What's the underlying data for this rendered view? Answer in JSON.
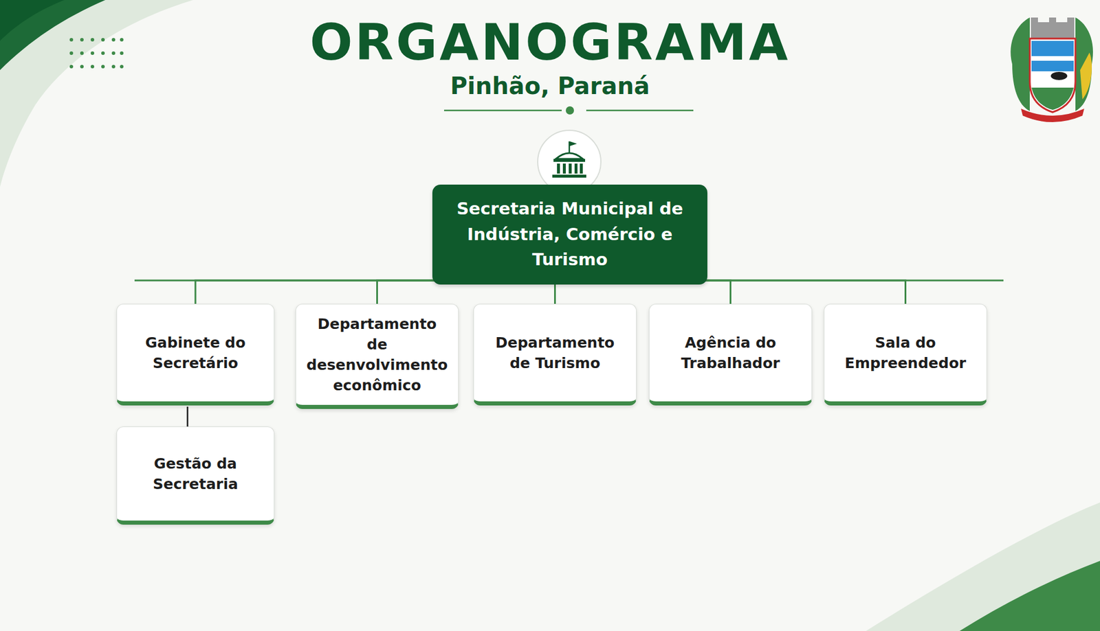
{
  "diagram": {
    "title": "ORGANOGRAMA",
    "nodes": [
      {
        "text": [
          "Secretaria Municipal de Indústria, Comércio e Turismo"
        ]
      },
      {
        "text": [
          "Gabinete do Secretário"
        ]
      },
      {
        "text": [
          "Departamento de desenvolvimento econômico"
        ]
      },
      {
        "text": [
          "Departamento de Turismo"
        ]
      },
      {
        "text": [
          "Agência do Trabalhador"
        ]
      },
      {
        "text": [
          "Sala do Empreendedor"
        ]
      },
      {
        "text": [
          "Gestão da Secretaria"
        ]
      }
    ],
    "edges": [
      {
        "from": 0,
        "to": 1,
        "arrow": "none"
      },
      {
        "from": 0,
        "to": 2,
        "arrow": "none"
      },
      {
        "from": 0,
        "to": 3,
        "arrow": "none"
      },
      {
        "from": 0,
        "to": 4,
        "arrow": "none"
      },
      {
        "from": 0,
        "to": 5,
        "arrow": "none"
      },
      {
        "from": 1,
        "to": 6,
        "arrow": "none"
      }
    ],
    "labels": [
      "Pinhão, Paraná"
    ]
  }
}
